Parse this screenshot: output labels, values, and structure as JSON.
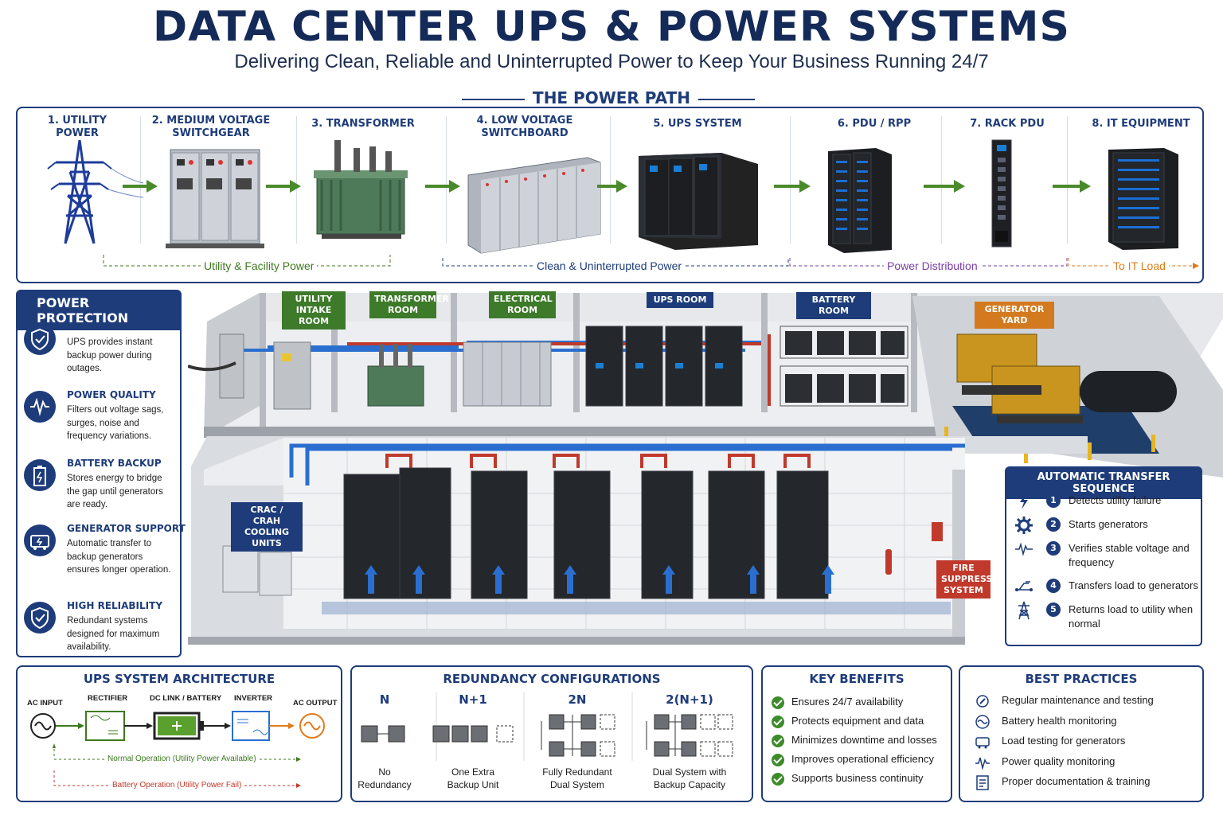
{
  "header": {
    "title": "DATA CENTER UPS & POWER SYSTEMS",
    "subtitle": "Delivering Clean, Reliable and Uninterrupted Power to Keep Your Business Running 24/7"
  },
  "power_path": {
    "heading": "THE POWER PATH",
    "stages": [
      {
        "label": "1. UTILITY\nPOWER",
        "icon": "transmission-tower-icon"
      },
      {
        "label": "2. MEDIUM VOLTAGE\nSWITCHGEAR",
        "icon": "switchgear-icon"
      },
      {
        "label": "3. TRANSFORMER",
        "icon": "transformer-icon"
      },
      {
        "label": "4. LOW VOLTAGE\nSWITCHBOARD",
        "icon": "switchboard-icon"
      },
      {
        "label": "5. UPS SYSTEM",
        "icon": "ups-cabinet-icon"
      },
      {
        "label": "6. PDU / RPP",
        "icon": "pdu-cabinet-icon"
      },
      {
        "label": "7. RACK PDU",
        "icon": "rack-pdu-icon"
      },
      {
        "label": "8. IT EQUIPMENT",
        "icon": "server-rack-icon"
      }
    ],
    "flows": [
      {
        "label": "Utility & Facility Power",
        "color": "#3d7a1e"
      },
      {
        "label": "Clean & Uninterrupted Power",
        "color": "#1e3c7a"
      },
      {
        "label": "Power Distribution",
        "color": "#7a3da8"
      },
      {
        "label": "To IT Load",
        "color": "#e07b1a"
      }
    ],
    "arrow_color": "#4a8a2a"
  },
  "protection": {
    "heading": "POWER PROTECTION",
    "items": [
      {
        "title": "CONTINUOUS POWER",
        "text": "UPS provides instant backup power during outages.",
        "icon": "shield-check-icon"
      },
      {
        "title": "POWER QUALITY",
        "text": "Filters out voltage sags, surges, noise and frequency variations.",
        "icon": "waveform-icon"
      },
      {
        "title": "BATTERY BACKUP",
        "text": "Stores energy to bridge the gap until generators are ready.",
        "icon": "battery-icon"
      },
      {
        "title": "GENERATOR SUPPORT",
        "text": "Automatic transfer to backup generators ensures longer operation.",
        "icon": "generator-icon"
      },
      {
        "title": "HIGH RELIABILITY",
        "text": "Redundant systems designed for maximum availability.",
        "icon": "shield-check-icon"
      }
    ]
  },
  "facility": {
    "rooms": [
      {
        "label": "UTILITY INTAKE\nROOM",
        "color": "#3d7a2a"
      },
      {
        "label": "TRANSFORMER\nROOM",
        "color": "#3d7a2a"
      },
      {
        "label": "ELECTRICAL\nROOM",
        "color": "#3d7a2a"
      },
      {
        "label": "UPS ROOM",
        "color": "#1e3c7a"
      },
      {
        "label": "BATTERY ROOM",
        "color": "#1e3c7a"
      },
      {
        "label": "GENERATOR YARD",
        "color": "#d47a1e"
      },
      {
        "label": "CRAC / CRAH\nCOOLING UNITS",
        "color": "#1e3c7a"
      },
      {
        "label": "FIRE\nSUPPRESSION\nSYSTEM",
        "color": "#c0392b"
      }
    ]
  },
  "transfer_sequence": {
    "heading": "AUTOMATIC TRANSFER SEQUENCE",
    "steps": [
      {
        "num": "1",
        "text": "Detects utility failure",
        "icon": "lightning-icon"
      },
      {
        "num": "2",
        "text": "Starts generators",
        "icon": "gear-icon"
      },
      {
        "num": "3",
        "text": "Verifies stable voltage and frequency",
        "icon": "waveform-icon"
      },
      {
        "num": "4",
        "text": "Transfers load to generators",
        "icon": "transfer-icon"
      },
      {
        "num": "5",
        "text": "Returns load to utility when normal",
        "icon": "transmission-tower-icon"
      }
    ]
  },
  "ups_architecture": {
    "heading": "UPS SYSTEM ARCHITECTURE",
    "blocks": [
      "AC INPUT",
      "RECTIFIER",
      "DC LINK / BATTERY",
      "INVERTER",
      "AC OUTPUT"
    ],
    "normal_note": "Normal Operation (Utility Power Available)",
    "battery_note": "Battery Operation (Utility Power Fail)"
  },
  "redundancy": {
    "heading": "REDUNDANCY CONFIGURATIONS",
    "configs": [
      {
        "name": "N",
        "caption": "No\nRedundancy"
      },
      {
        "name": "N+1",
        "caption": "One Extra\nBackup Unit"
      },
      {
        "name": "2N",
        "caption": "Fully Redundant\nDual System"
      },
      {
        "name": "2(N+1)",
        "caption": "Dual System with\nBackup Capacity"
      }
    ]
  },
  "benefits": {
    "heading": "KEY BENEFITS",
    "items": [
      "Ensures 24/7 availability",
      "Protects equipment and data",
      "Minimizes downtime and losses",
      "Improves operational efficiency",
      "Supports business continuity"
    ]
  },
  "best_practices": {
    "heading": "BEST PRACTICES",
    "items": [
      {
        "text": "Regular maintenance and testing",
        "icon": "wrench-gear-icon"
      },
      {
        "text": "Battery health monitoring",
        "icon": "battery-wave-icon"
      },
      {
        "text": "Load testing for generators",
        "icon": "generator-icon"
      },
      {
        "text": "Power quality monitoring",
        "icon": "pulse-icon"
      },
      {
        "text": "Proper documentation & training",
        "icon": "checklist-icon"
      }
    ]
  }
}
